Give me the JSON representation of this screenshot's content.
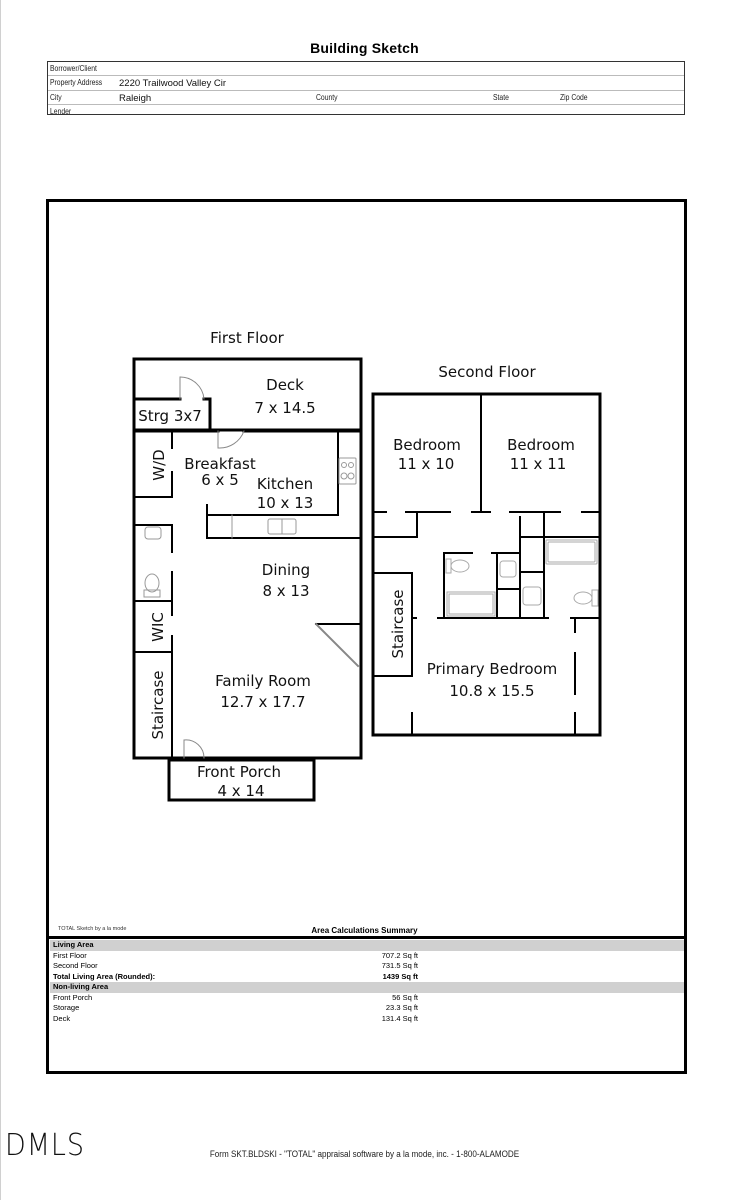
{
  "document": {
    "title": "Building Sketch"
  },
  "info": {
    "borrower_label": "Borrower/Client",
    "borrower_value": "",
    "address_label": "Property Address",
    "address_value": "2220 Trailwood Valley Cir",
    "city_label": "City",
    "city_value": "Raleigh",
    "county_label": "County",
    "county_value": "",
    "state_label": "State",
    "state_value": "",
    "zip_label": "Zip Code",
    "zip_value": "",
    "lender_label": "Lender",
    "lender_value": ""
  },
  "plan": {
    "first_floor": {
      "title": "First Floor",
      "rooms": {
        "deck": {
          "name": "Deck",
          "dims": "7 x 14.5"
        },
        "storage": {
          "name": "Strg 3x7"
        },
        "wd": {
          "name": "W/D"
        },
        "breakfast": {
          "name": "Breakfast",
          "dims": "6 x 5"
        },
        "kitchen": {
          "name": "Kitchen",
          "dims": "10 x 13"
        },
        "dining": {
          "name": "Dining",
          "dims": "8 x 13"
        },
        "wic": {
          "name": "WIC"
        },
        "staircase": {
          "name": "Staircase"
        },
        "family": {
          "name": "Family Room",
          "dims": "12.7 x 17.7"
        },
        "porch": {
          "name": "Front Porch",
          "dims": "4 x 14"
        }
      }
    },
    "second_floor": {
      "title": "Second Floor",
      "rooms": {
        "bedroom1": {
          "name": "Bedroom",
          "dims": "11 x 10"
        },
        "bedroom2": {
          "name": "Bedroom",
          "dims": "11 x 11"
        },
        "staircase": {
          "name": "Staircase"
        },
        "primary": {
          "name": "Primary Bedroom",
          "dims": "10.8 x 15.5"
        }
      }
    }
  },
  "summary": {
    "credit": "TOTAL Sketch by a la mode",
    "title": "Area Calculations Summary",
    "living_header": "Living Area",
    "living": [
      {
        "label": "First Floor",
        "value": "707.2 Sq ft"
      },
      {
        "label": "Second Floor",
        "value": "731.5 Sq ft"
      }
    ],
    "total": {
      "label": "Total Living Area (Rounded):",
      "value": "1439 Sq ft"
    },
    "nonliving_header": "Non-living Area",
    "nonliving": [
      {
        "label": "Front Porch",
        "value": "56 Sq ft"
      },
      {
        "label": "Storage",
        "value": "23.3 Sq ft"
      },
      {
        "label": "Deck",
        "value": "131.4 Sq ft"
      }
    ]
  },
  "footer": {
    "logo": "DMLS",
    "text": "Form SKT.BLDSKI - \"TOTAL\" appraisal software by a la mode, inc. - 1-800-ALAMODE"
  }
}
